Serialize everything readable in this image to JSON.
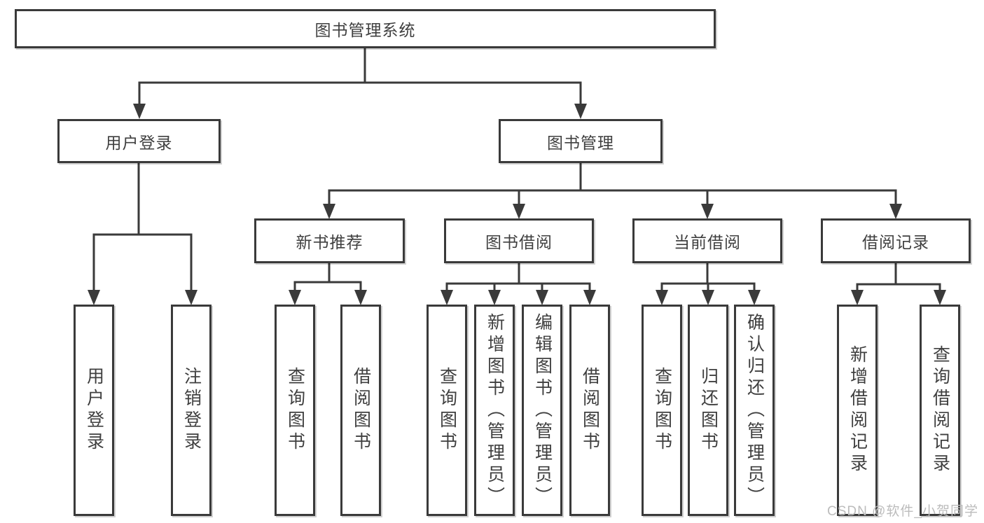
{
  "nodes": {
    "root": "图书管理系统",
    "user_login": "用户登录",
    "book_mgmt": "图书管理",
    "new_books": "新书推荐",
    "book_borrow": "图书借阅",
    "current_borrow": "当前借阅",
    "borrow_records": "借阅记录",
    "leaves": {
      "user_login": [
        "用户登录",
        "注销登录"
      ],
      "new_books": [
        "查询图书",
        "借阅图书"
      ],
      "book_borrow": [
        "查询图书",
        "新增图书（管理员）",
        "编辑图书（管理员）",
        "借阅图书"
      ],
      "current_borrow": [
        "查询图书",
        "归还图书",
        "确认归还（管理员）"
      ],
      "borrow_records": [
        "新增借阅记录",
        "查询借阅记录"
      ]
    }
  },
  "watermark": "CSDN @软件_小贺同学",
  "colors": {
    "line": "#3a3a3a",
    "text": "#3f3f3f",
    "watermark": "#bcbcbc",
    "background": "#ffffff"
  }
}
